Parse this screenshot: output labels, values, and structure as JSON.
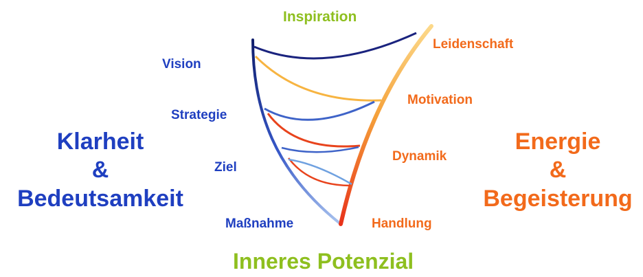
{
  "top_label": "Inspiration",
  "bottom_label": "Inneres Potenzial",
  "left_side": {
    "levels": [
      "Vision",
      "Strategie",
      "Ziel",
      "Maßnahme"
    ],
    "summary": [
      "Klarheit",
      "&",
      "Bedeutsamkeit"
    ]
  },
  "right_side": {
    "levels": [
      "Leidenschaft",
      "Motivation",
      "Dynamik",
      "Handlung"
    ],
    "summary": [
      "Energie",
      "&",
      "Begeisterung"
    ]
  },
  "colors": {
    "blue": "#1f3fc0",
    "orange": "#f26a1b",
    "green": "#8ebf1f",
    "navy": "#1a237e",
    "light_orange": "#f7b441",
    "red": "#e8321a"
  }
}
